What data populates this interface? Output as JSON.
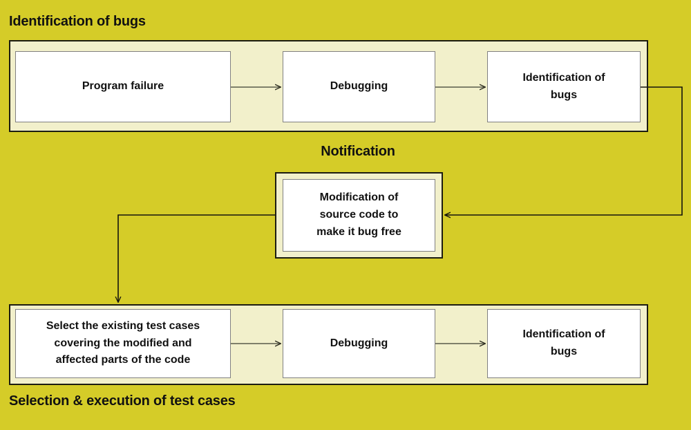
{
  "page": {
    "background_color": "#d5cc28",
    "band_color": "#f2f0cb",
    "node_color": "#ffffff",
    "text_color": "#111111",
    "connector_color": "#595a4a"
  },
  "sections": {
    "top_title": "Identification of bugs",
    "middle_title": "Notification",
    "bottom_title": "Selection & execution of test cases"
  },
  "nodes": {
    "program_failure": "Program failure",
    "debugging_top": "Debugging",
    "identification_of_bugs_top_line1": "Identification of",
    "identification_of_bugs_top_line2": "bugs",
    "modification_line1": "Modification of",
    "modification_line2": "source code to",
    "modification_line3": "make it bug free",
    "select_cases_line1": "Select the existing test cases",
    "select_cases_line2": "covering the modified and",
    "select_cases_line3": "affected parts of the code",
    "debugging_bottom": "Debugging",
    "identification_of_bugs_bottom_line1": "Identification of",
    "identification_of_bugs_bottom_line2": "bugs"
  },
  "flow": {
    "edges": [
      {
        "from": "program_failure",
        "to": "debugging_top",
        "direction": "right"
      },
      {
        "from": "debugging_top",
        "to": "identification_of_bugs_top",
        "direction": "right"
      },
      {
        "from": "identification_of_bugs_top",
        "to": "modification",
        "direction": "right-down-left"
      },
      {
        "from": "modification",
        "to": "select_cases",
        "direction": "left-down"
      },
      {
        "from": "select_cases",
        "to": "debugging_bottom",
        "direction": "right"
      },
      {
        "from": "debugging_bottom",
        "to": "identification_of_bugs_bottom",
        "direction": "right"
      }
    ]
  }
}
